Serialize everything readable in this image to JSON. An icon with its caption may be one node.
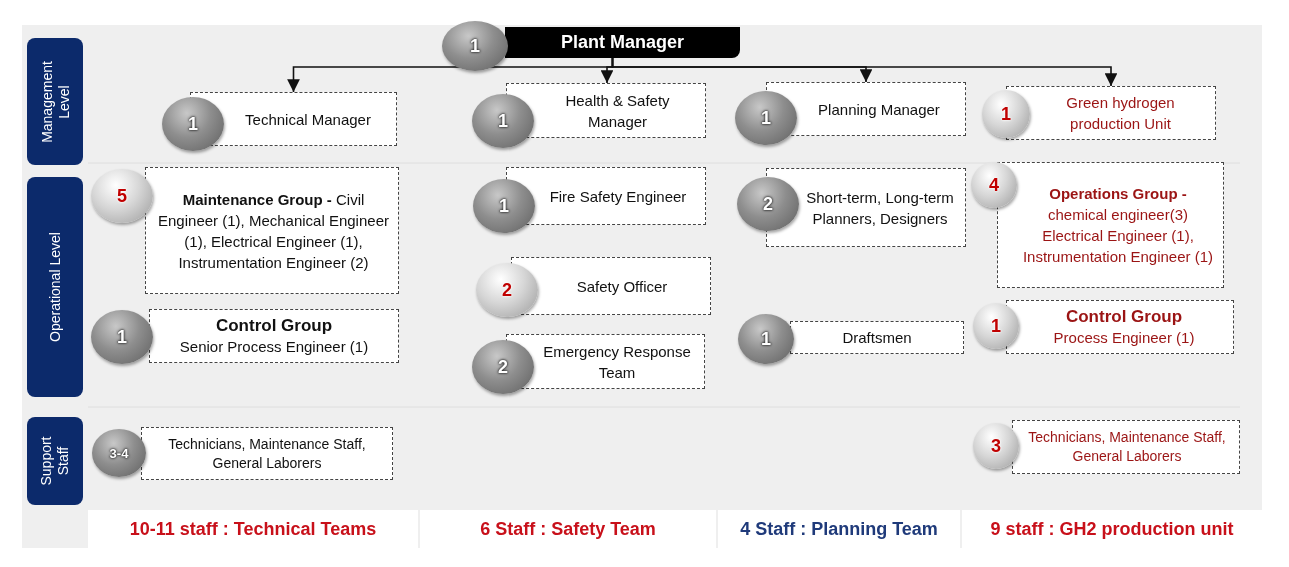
{
  "diagram": {
    "nodes": [
      {
        "text": [
          "Management Level"
        ]
      },
      {
        "text": [
          "1",
          "Plant Manager"
        ]
      },
      {
        "text": [
          "1",
          "Technical Manager"
        ]
      },
      {
        "text": [
          "1",
          "Health & Safety Manager"
        ]
      },
      {
        "text": [
          "1",
          "Planning Manager"
        ]
      },
      {
        "text": [
          "1",
          "Green hydrogen production Unit"
        ]
      },
      {
        "text": [
          "Operational Level"
        ]
      },
      {
        "text": [
          "5",
          "**Maintenance Group -** Civil Engineer (1), Mechanical Engineer (1), Electrical Engineer (1), Instrumentation Engineer (2)"
        ]
      },
      {
        "text": [
          "1",
          "Fire Safety Engineer"
        ]
      },
      {
        "text": [
          "2",
          "Short-term, Long-term Planners, Designers"
        ]
      },
      {
        "text": [
          "4",
          "**Operations Group -** chemical engineer(3) Electrical Engineer (1), Instrumentation Engineer (1)"
        ]
      },
      {
        "text": [
          "2",
          "Safety Officer"
        ]
      },
      {
        "text": [
          "1",
          "Control Group",
          "Senior Process Engineer (1)"
        ]
      },
      {
        "text": [
          "1",
          "Control Group",
          "Process Engineer (1)"
        ]
      },
      {
        "text": [
          "1",
          "Draftsmen"
        ]
      },
      {
        "text": [
          "2",
          "Emergency Response Team"
        ]
      },
      {
        "text": [
          "Support Staff"
        ]
      },
      {
        "text": [
          "3-4",
          "Technicians, Maintenance Staff, General Laborers"
        ]
      },
      {
        "text": [
          "3",
          "Technicians, Maintenance Staff, General Laborers"
        ]
      },
      {
        "text": [
          "10-11 staff : Technical Teams"
        ]
      },
      {
        "text": [
          "6 Staff : Safety Team"
        ]
      },
      {
        "text": [
          "4 Staff : Planning Team"
        ]
      },
      {
        "text": [
          "9 staff : GH2 production unit"
        ]
      }
    ],
    "edges": [
      {
        "from": 1,
        "to": 2,
        "arrow": "to"
      },
      {
        "from": 1,
        "to": 3,
        "arrow": "to"
      },
      {
        "from": 1,
        "to": 4,
        "arrow": "to"
      },
      {
        "from": 1,
        "to": 5,
        "arrow": "to"
      }
    ]
  }
}
